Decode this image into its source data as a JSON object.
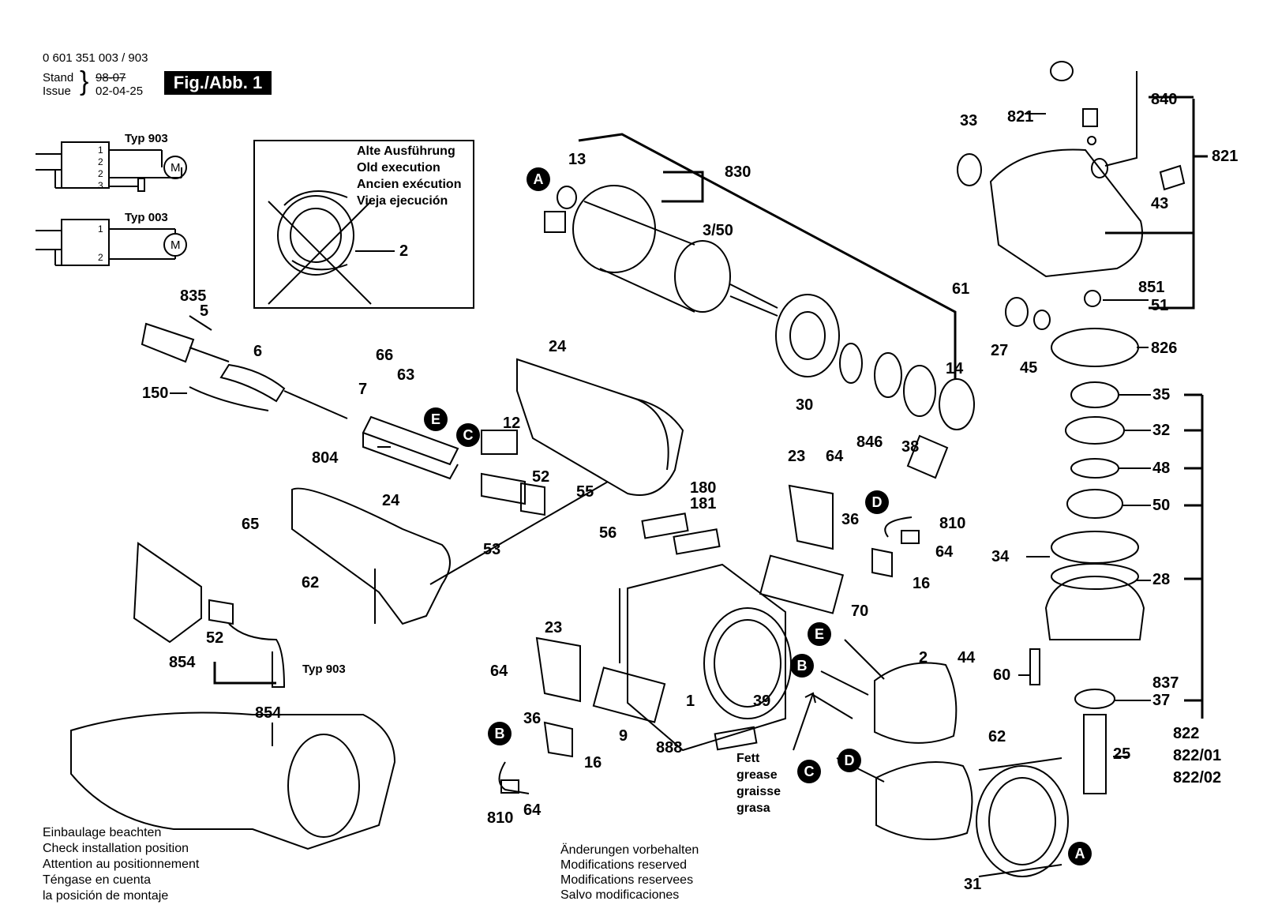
{
  "header": {
    "doc_number": "0 601 351 003 / 903",
    "stand_label": "Stand",
    "stand_value": "98-07",
    "issue_label": "Issue",
    "issue_value": "02-04-25",
    "figure_label": "Fig./Abb. 1"
  },
  "wiring": {
    "type903_label": "Typ 903",
    "type003_label": "Typ 003",
    "motor_symbol": "M",
    "terminals_903": [
      "1",
      "2",
      "2",
      "3"
    ],
    "terminals_003": [
      "1",
      "2"
    ]
  },
  "old_execution": {
    "lines": [
      "Alte Ausführung",
      "Old execution",
      "Ancien exécution",
      "Vieja ejecución"
    ],
    "part": "2"
  },
  "markers": [
    "A",
    "E",
    "C",
    "D",
    "E",
    "B",
    "B",
    "C",
    "D",
    "A"
  ],
  "part_numbers": [
    "13",
    "830",
    "3/50",
    "14",
    "30",
    "846",
    "38",
    "33",
    "821",
    "840",
    "821",
    "43",
    "61",
    "27",
    "45",
    "851",
    "51",
    "826",
    "35",
    "32",
    "48",
    "50",
    "34",
    "28",
    "60",
    "837",
    "37",
    "822",
    "822/01",
    "822/02",
    "25",
    "835",
    "5",
    "6",
    "66",
    "63",
    "7",
    "150",
    "804",
    "12",
    "24",
    "52",
    "55",
    "53",
    "24",
    "65",
    "62",
    "23",
    "64",
    "180",
    "181",
    "56",
    "36",
    "810",
    "64",
    "16",
    "70",
    "2",
    "44",
    "62",
    "1",
    "9",
    "888",
    "39",
    "23",
    "64",
    "36",
    "16",
    "810",
    "64",
    "52",
    "854",
    "854",
    "31"
  ],
  "typ903_note": "Typ 903",
  "grease_note": [
    "Fett",
    "grease",
    "graisse",
    "grasa"
  ],
  "install_note": [
    "Einbaulage beachten",
    "Check installation position",
    "Attention au positionnement",
    "Téngase en cuenta",
    "la posición de montaje"
  ],
  "changes_note": [
    "Änderungen vorbehalten",
    "Modifications reserved",
    "Modifications reservees",
    "Salvo modificaciones"
  ]
}
